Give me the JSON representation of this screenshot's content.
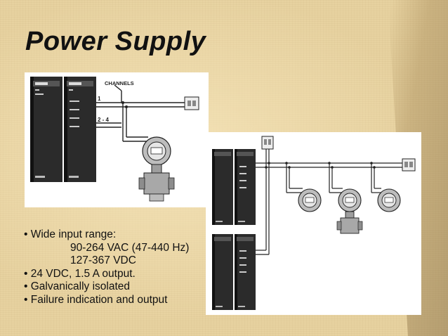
{
  "slide": {
    "title": "Power Supply",
    "bullets": [
      "• Wide input range:",
      "90-264 VAC (47-440 Hz)",
      "127-367 VDC",
      "• 24 VDC, 1.5 A output.",
      "• Galvanically isolated",
      "• Failure indication and output"
    ]
  },
  "diagram_left": {
    "channels_label": "CHANNELS",
    "channel_1": "1",
    "channel_2_4": "2 - 4"
  },
  "colors": {
    "background": "#e7d2a0",
    "module": "#2b2b2b",
    "wire": "#222222"
  }
}
